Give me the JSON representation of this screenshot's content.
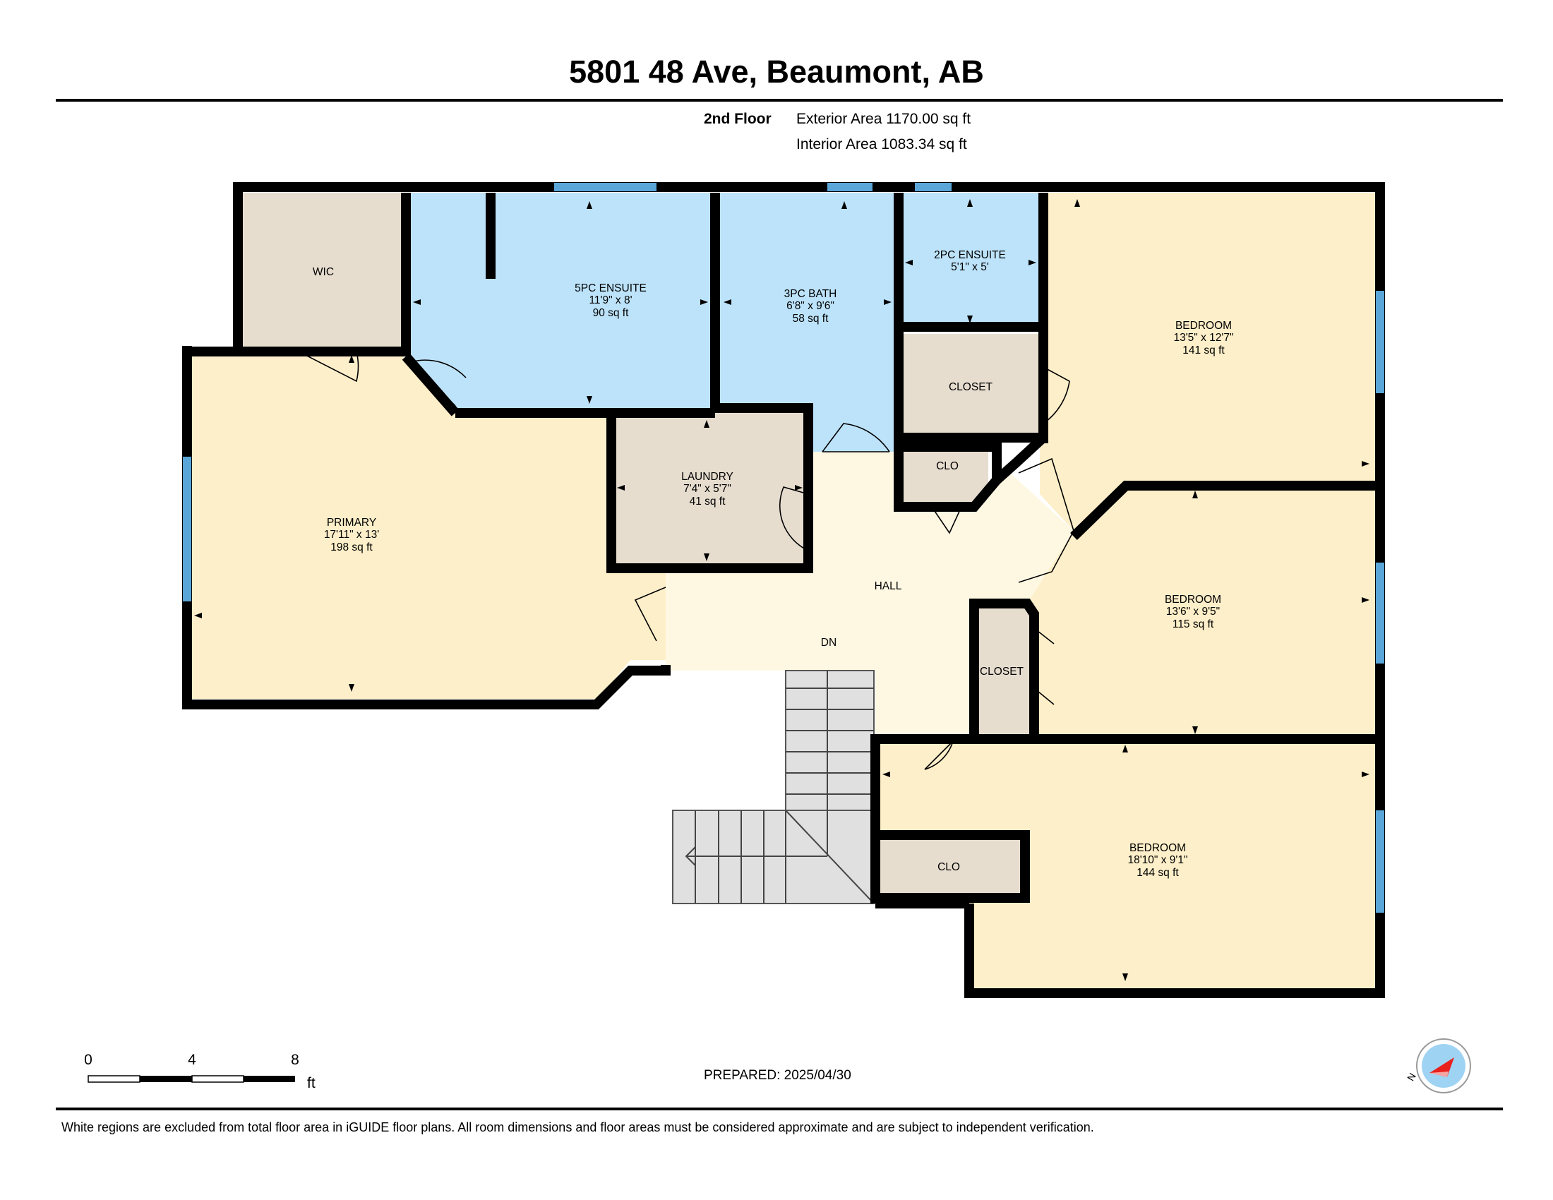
{
  "header": {
    "title": "5801 48 Ave, Beaumont, AB",
    "floor": "2nd Floor",
    "exterior_area": "Exterior Area 1170.00 sq ft",
    "interior_area": "Interior Area 1083.34 sq ft"
  },
  "rooms": {
    "wic": {
      "name": "WIC"
    },
    "ensuite5": {
      "name": "5PC ENSUITE",
      "dims": "11'9\" x 8'",
      "area": "90 sq ft"
    },
    "bath3": {
      "name": "3PC BATH",
      "dims": "6'8\" x 9'6\"",
      "area": "58 sq ft"
    },
    "ensuite2": {
      "name": "2PC ENSUITE",
      "dims": "5'1\" x 5'"
    },
    "bedroom1": {
      "name": "BEDROOM",
      "dims": "13'5\" x 12'7\"",
      "area": "141 sq ft"
    },
    "closet1": {
      "name": "CLOSET"
    },
    "clo1": {
      "name": "CLO"
    },
    "primary": {
      "name": "PRIMARY",
      "dims": "17'11\" x 13'",
      "area": "198 sq ft"
    },
    "laundry": {
      "name": "LAUNDRY",
      "dims": "7'4\" x 5'7\"",
      "area": "41 sq ft"
    },
    "hall": {
      "name": "HALL"
    },
    "stairs": {
      "name": "DN"
    },
    "bedroom2": {
      "name": "BEDROOM",
      "dims": "13'6\" x 9'5\"",
      "area": "115 sq ft"
    },
    "closet2": {
      "name": "CLOSET"
    },
    "bedroom3": {
      "name": "BEDROOM",
      "dims": "18'10\" x 9'1\"",
      "area": "144 sq ft"
    },
    "clo2": {
      "name": "CLO"
    }
  },
  "scale": {
    "ticks": [
      "0",
      "4",
      "8"
    ],
    "unit": "ft"
  },
  "footer": {
    "prepared": "PREPARED: 2025/04/30",
    "disclaimer": "White regions are excluded from total floor area in iGUIDE floor plans. All room dimensions and floor areas must be considered approximate and are subject to independent verification."
  },
  "compass": {
    "label": "N"
  },
  "colors": {
    "bathroom": "#bde3fa",
    "bedroom": "#fdefc9",
    "hall": "#fef8e3",
    "utility": "#e6ddcf",
    "wall": "#000000",
    "window": "#5aa6d8",
    "stairs": "#e0e0e0"
  }
}
